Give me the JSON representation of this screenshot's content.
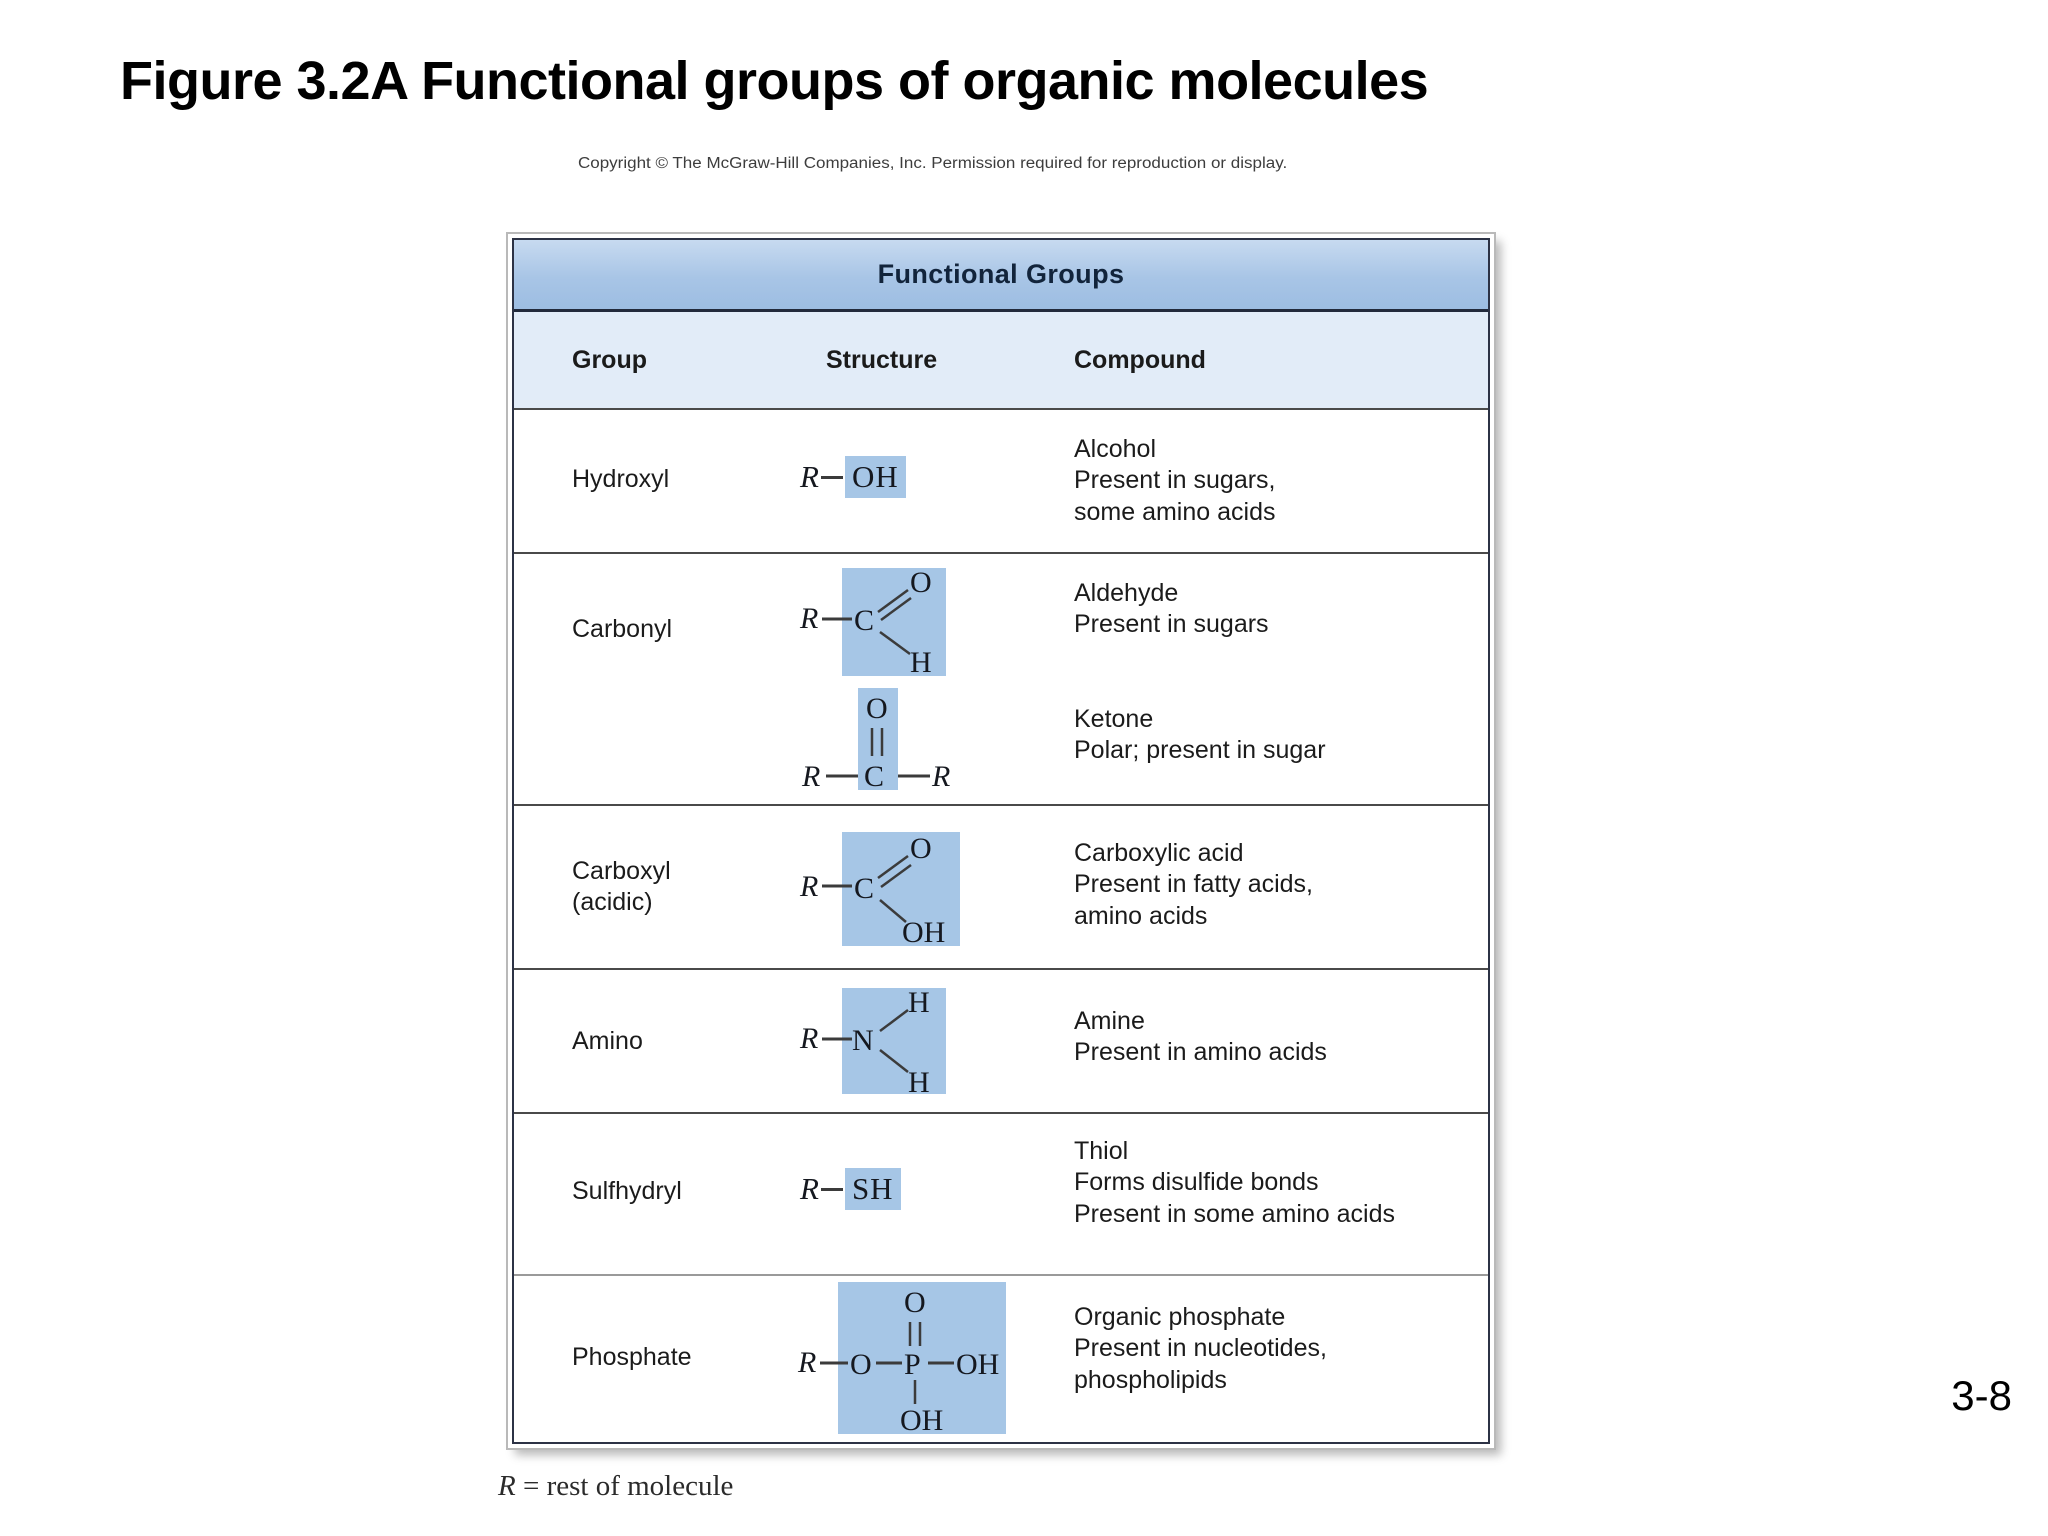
{
  "slide": {
    "title": "Figure 3.2A Functional groups of organic molecules",
    "page_number": "3-8"
  },
  "figure": {
    "copyright": "Copyright © The McGraw-Hill Companies, Inc. Permission required for reproduction or display.",
    "footnote_symbol": "R",
    "footnote_text": " = rest of molecule"
  },
  "table": {
    "banner": "Functional Groups",
    "columns": [
      "Group",
      "Structure",
      "Compound"
    ],
    "rows": [
      {
        "group": "Hydroxyl",
        "structure_text": "R—OH",
        "structure_highlight": "OH",
        "compound_title": "Alcohol",
        "compound_lines": [
          "Present in sugars,",
          "some amino acids"
        ]
      },
      {
        "group": "Carbonyl",
        "structure_text": "R—C(=O)H",
        "structure_highlight": "C=O, H",
        "compound_title": "Aldehyde",
        "compound_lines": [
          "Present in sugars"
        ]
      },
      {
        "group": "",
        "structure_text": "R—C(=O)—R",
        "structure_highlight": "O, C",
        "compound_title": "Ketone",
        "compound_lines": [
          "Polar; present in sugar"
        ]
      },
      {
        "group": "Carboxyl",
        "group_sub": "(acidic)",
        "structure_text": "R—C(=O)OH",
        "structure_highlight": "C=O, OH",
        "compound_title": "Carboxylic acid",
        "compound_lines": [
          "Present in fatty acids,",
          "amino acids"
        ]
      },
      {
        "group": "Amino",
        "structure_text": "R—N(H)H",
        "structure_highlight": "N, H, H",
        "compound_title": "Amine",
        "compound_lines": [
          "Present in amino acids"
        ]
      },
      {
        "group": "Sulfhydryl",
        "structure_text": "R—SH",
        "structure_highlight": "SH",
        "compound_title": "Thiol",
        "compound_lines": [
          "Forms disulfide bonds",
          "Present in some amino acids"
        ]
      },
      {
        "group": "Phosphate",
        "structure_text": "R—O—P(=O)(OH)OH",
        "structure_highlight": "O, P, OH, OH",
        "compound_title": "Organic phosphate",
        "compound_lines": [
          "Present in nucleotides,",
          "phospholipids"
        ]
      }
    ],
    "atoms": {
      "R": "R",
      "O": "O",
      "H": "H",
      "C": "C",
      "N": "N",
      "P": "P",
      "OH": "OH",
      "SH": "SH"
    },
    "colors": {
      "banner_top": "#c7daf0",
      "banner_bottom": "#9dbde2",
      "colhead_bg": "#e2ecf8",
      "highlight": "#a6c6e6",
      "border_dark": "#2c3245",
      "border_row": "#4a4a4a",
      "text": "#1b1b1b"
    }
  }
}
